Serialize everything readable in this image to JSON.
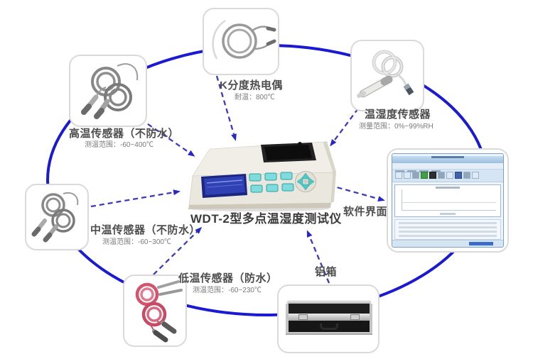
{
  "device_title": "WDT-2型多点温湿度测试仪",
  "nodes": {
    "high_temp": {
      "title": "高温传感器（不防水）",
      "spec": "测温范围：-60~400℃"
    },
    "k_thermocouple": {
      "title": "K分度热电偶",
      "spec": "耐温：800℃"
    },
    "humidity": {
      "title": "温湿度传感器",
      "spec": "测量范围：0%~99%RH"
    },
    "mid_temp": {
      "title": "中温传感器（不防水）",
      "spec": "测温范围：-60~300℃"
    },
    "low_temp": {
      "title": "低温传感器（防水）",
      "spec": "测温范围：-60~230℃"
    },
    "aluminum_case": {
      "title": "铝箱"
    },
    "software": {
      "title": "软件界面"
    }
  },
  "colors": {
    "ellipse": "#1a1ad2",
    "arrow": "#3a3ac2",
    "arrowhead": "#2828c8",
    "label": "#4d4d4d",
    "spec": "#7a7a7a"
  }
}
